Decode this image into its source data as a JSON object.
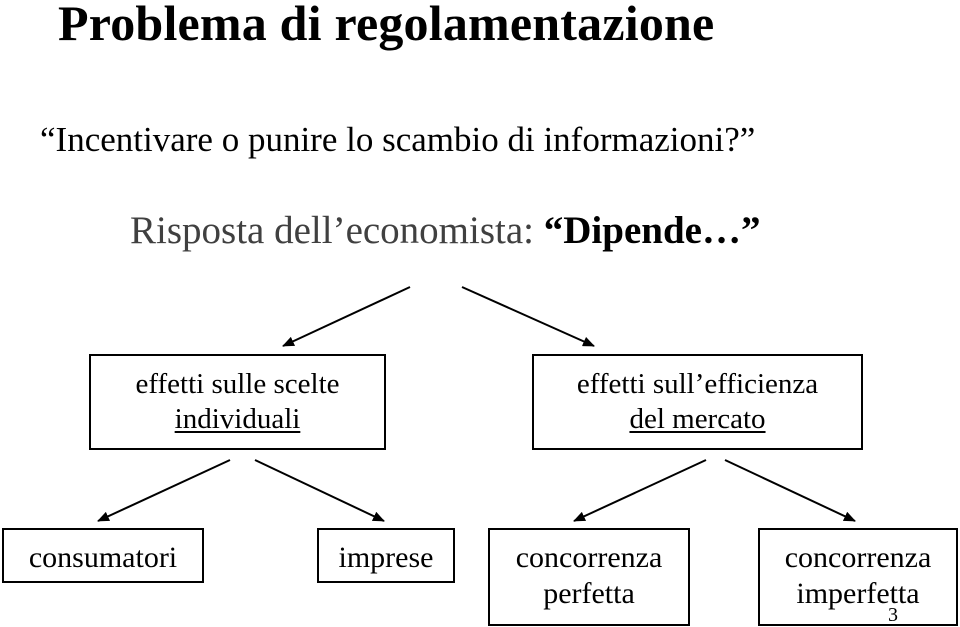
{
  "title": "Problema di regolamentazione",
  "question": {
    "open_quote": "“",
    "text": "Incentivare o punire lo scambio di informazioni?",
    "close_quote": "”"
  },
  "answer": {
    "label": "Risposta dell’economista:",
    "open_quote": "“",
    "emphasis": "Dipende…",
    "close_quote": "”"
  },
  "level1": [
    {
      "line1": "effetti sulle scelte",
      "line2": "individuali"
    },
    {
      "line1": "effetti sull’efficienza",
      "line2": "del mercato"
    }
  ],
  "level2": [
    {
      "line1": "consumatori",
      "line2": ""
    },
    {
      "line1": "imprese",
      "line2": ""
    },
    {
      "line1": "concorrenza",
      "line2": "perfetta"
    },
    {
      "line1": "concorrenza",
      "line2": "imperfetta"
    }
  ],
  "page_number": "3"
}
